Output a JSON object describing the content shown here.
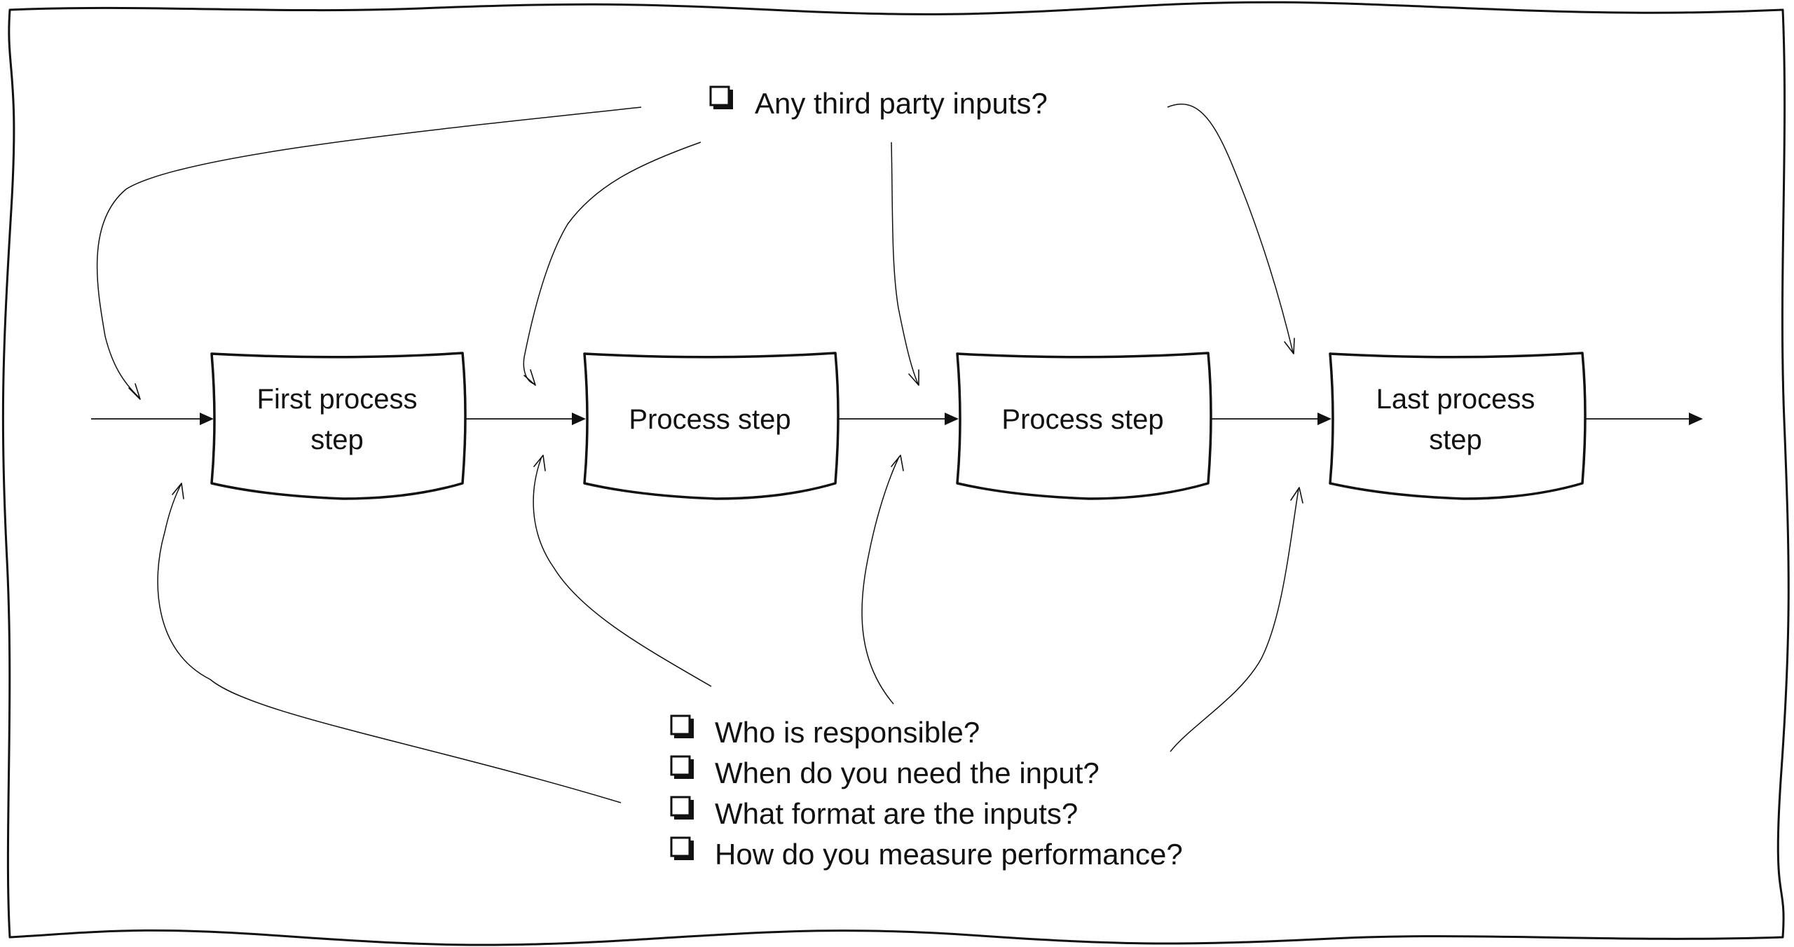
{
  "diagram": {
    "top_checklist": [
      {
        "label": "Any third party inputs?"
      }
    ],
    "process_steps": [
      {
        "lines": [
          "First process",
          "step"
        ]
      },
      {
        "lines": [
          "Process step"
        ]
      },
      {
        "lines": [
          "Process step"
        ]
      },
      {
        "lines": [
          "Last process",
          "step"
        ]
      }
    ],
    "bottom_checklist": [
      {
        "label": "Who is responsible?"
      },
      {
        "label": "When do you need the input?"
      },
      {
        "label": "What format are the inputs?"
      },
      {
        "label": "How do you measure performance?"
      }
    ]
  }
}
